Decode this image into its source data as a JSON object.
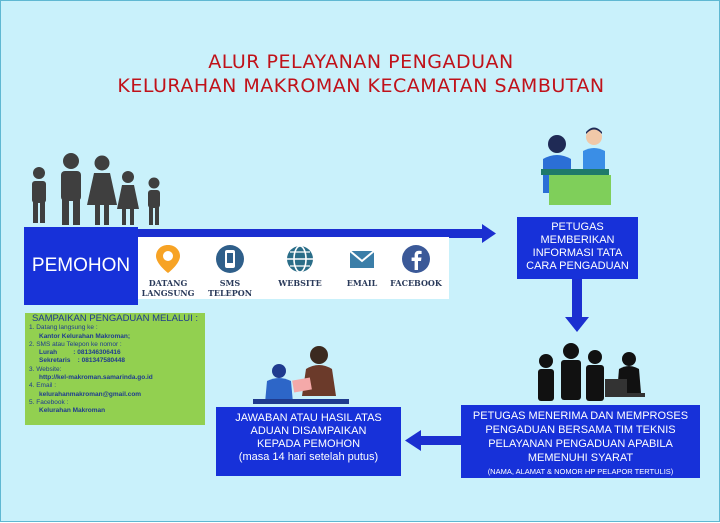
{
  "title": {
    "line1": "ALUR PELAYANAN PENGADUAN",
    "line2": "KELURAHAN MAKROMAN KECAMATAN SAMBUTAN"
  },
  "pemohon": {
    "label": "PEMOHON"
  },
  "channels": [
    {
      "icon": "location-pin-icon",
      "line1": "DATANG",
      "line2": "LANGSUNG"
    },
    {
      "icon": "phone-icon",
      "line1": "SMS",
      "line2": "TELEPON"
    },
    {
      "icon": "globe-icon",
      "line1": "WEBSITE",
      "line2": ""
    },
    {
      "icon": "envelope-icon",
      "line1": "EMAIL",
      "line2": ""
    },
    {
      "icon": "facebook-icon",
      "line1": "FACEBOOK",
      "line2": ""
    }
  ],
  "petugas1": {
    "line1": "PETUGAS",
    "line2": "MEMBERIKAN",
    "line3": "INFORMASI TATA",
    "line4": "CARA PENGADUAN"
  },
  "petugas2": {
    "line1": "PETUGAS MENERIMA DAN MEMPROSES",
    "line2": "PENGADUAN BERSAMA TIM TEKNIS",
    "line3": "PELAYANAN PENGADUAN  APABILA",
    "line4": "MEMENUHI SYARAT",
    "note": "(NAMA, ALAMAT & NOMOR HP PELAPOR TERTULIS)"
  },
  "jawaban": {
    "line1": "JAWABAN ATAU HASIL ATAS",
    "line2": "ADUAN DISAMPAIKAN",
    "line3": "KEPADA PEMOHON",
    "line4": "(masa 14 hari setelah putus)"
  },
  "channels_info": {
    "heading": "SAMPAIKAN PENGADUAN MELALUI :",
    "items": [
      "1. Datang langsung  ke :",
      "Kantor Kelurahan Makroman;",
      "2.  SMS atau Telepon ke nomor :",
      "Lurah         : 081346306416",
      "Sekretaris    : 081347580448",
      "3.  Website:",
      "http://kel-makroman.samarinda.go.id",
      "4.  Email :",
      "kelurahanmakroman@gmail.com",
      "5.  Facebook :",
      "Kelurahan Makroman"
    ]
  },
  "colors": {
    "background": "#c9f1fb",
    "title": "#c0121a",
    "box": "#1731d9",
    "info_box": "#92d050",
    "person": "#3f3f3f"
  }
}
